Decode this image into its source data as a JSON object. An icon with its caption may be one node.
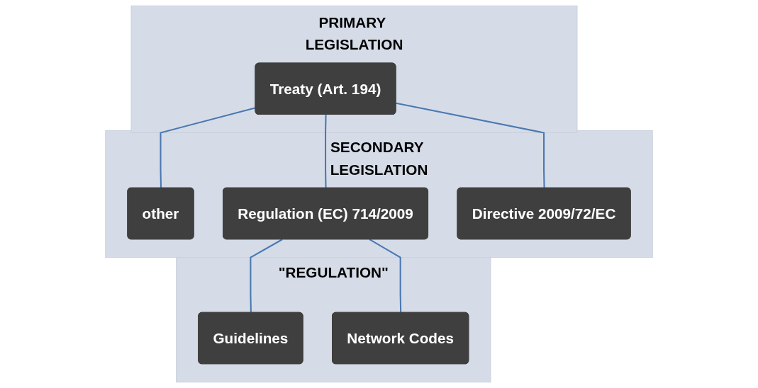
{
  "diagram": {
    "nodes": [
      {
        "text": [
          "PRIMARY LEGISLATION"
        ]
      },
      {
        "text": [
          "Treaty (Art. 194)"
        ],
        "in": 0
      },
      {
        "text": [
          "SECONDARY LEGISLATION"
        ]
      },
      {
        "text": [
          "other"
        ],
        "in": 2
      },
      {
        "text": [
          "Regulation (EC) 714/2009"
        ],
        "in": 2
      },
      {
        "text": [
          "Directive 2009/72/EC"
        ],
        "in": 2
      },
      {
        "text": [
          "\"REGULATION\""
        ]
      },
      {
        "text": [
          "Guidelines"
        ],
        "in": 6
      },
      {
        "text": [
          "Network Codes"
        ],
        "in": 6
      }
    ],
    "edges": [
      {
        "from": 1,
        "to": 3,
        "arrow": "none"
      },
      {
        "from": 1,
        "to": 4,
        "arrow": "none"
      },
      {
        "from": 1,
        "to": 5,
        "arrow": "none"
      },
      {
        "from": 4,
        "to": 7,
        "arrow": "none"
      },
      {
        "from": 4,
        "to": 8,
        "arrow": "none"
      }
    ]
  }
}
